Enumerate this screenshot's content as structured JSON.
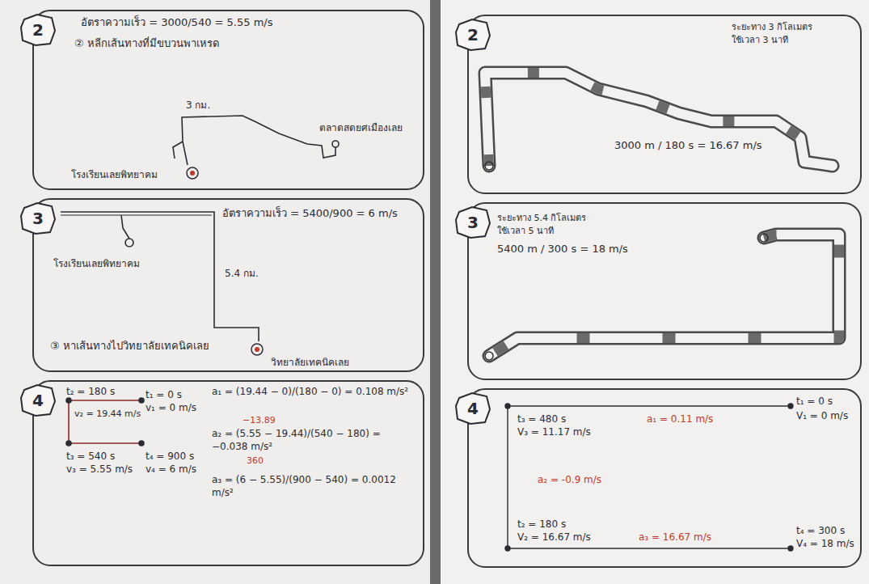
{
  "diagram": {
    "nodes": [
      {
        "text": [
          "อัตราความเร็ว = 3000/540 = 5.55 m/s",
          "② หลีกเส้นทางที่มีขบวนพาเหรด",
          "3 กม.",
          "ตลาดสดยศเมืองเลย",
          "โรงเรียนเลยพิทยาคม"
        ]
      },
      {
        "text": [
          "2"
        ],
        "in": 0
      },
      {
        "text": [
          "อัตราความเร็ว = 5400/900 = 6 m/s",
          "โรงเรียนเลยพิทยาคม",
          "5.4 กม.",
          "③ หาเส้นทางไปวิทยาลัยเทคนิคเลย",
          "วิทยาลัยเทคนิคเลย"
        ]
      },
      {
        "text": [
          "3"
        ],
        "in": 2
      },
      {
        "text": [
          "t₂ = 180 s",
          "v₂ = 19.44 m/s",
          "t₁ = 0 s",
          "v₁ = 0 m/s",
          "t₃ = 540 s",
          "v₃ = 5.55 m/s",
          "t₄ = 900 s",
          "v₄ = 6 m/s",
          "a₁ = (19.44 − 0)/(180 − 0) = 0.108 m/s²",
          "−13.89",
          "a₂ = (5.55 − 19.44)/(540 − 180) = −0.038 m/s²",
          "360",
          "a₃ = (6 − 5.55)/(900 − 540) = 0.0012 m/s²"
        ]
      },
      {
        "text": [
          "4"
        ],
        "in": 4
      },
      {
        "text": [
          "ระยะทาง 3 กิโลเมตร",
          "ใช้เวลา 3 นาที",
          "3000 m / 180 s = 16.67 m/s"
        ]
      },
      {
        "text": [
          "2"
        ],
        "in": 6
      },
      {
        "text": [
          "ระยะทาง 5.4 กิโลเมตร",
          "ใช้เวลา 5 นาที",
          "5400 m / 300 s = 18 m/s"
        ]
      },
      {
        "text": [
          "3"
        ],
        "in": 8
      },
      {
        "text": [
          "t₃ = 480 s",
          "V₃ = 11.17 m/s",
          "a₁ = 0.11 m/s",
          "t₁ = 0 s",
          "V₁ = 0 m/s",
          "a₂ = -0.9 m/s",
          "t₂ = 180 s",
          "V₂ = 16.67 m/s",
          "a₃ = 16.67 m/s",
          "t₄ = 300 s",
          "V₄ = 18 m/s"
        ]
      },
      {
        "text": [
          "4"
        ],
        "in": 10
      }
    ]
  }
}
